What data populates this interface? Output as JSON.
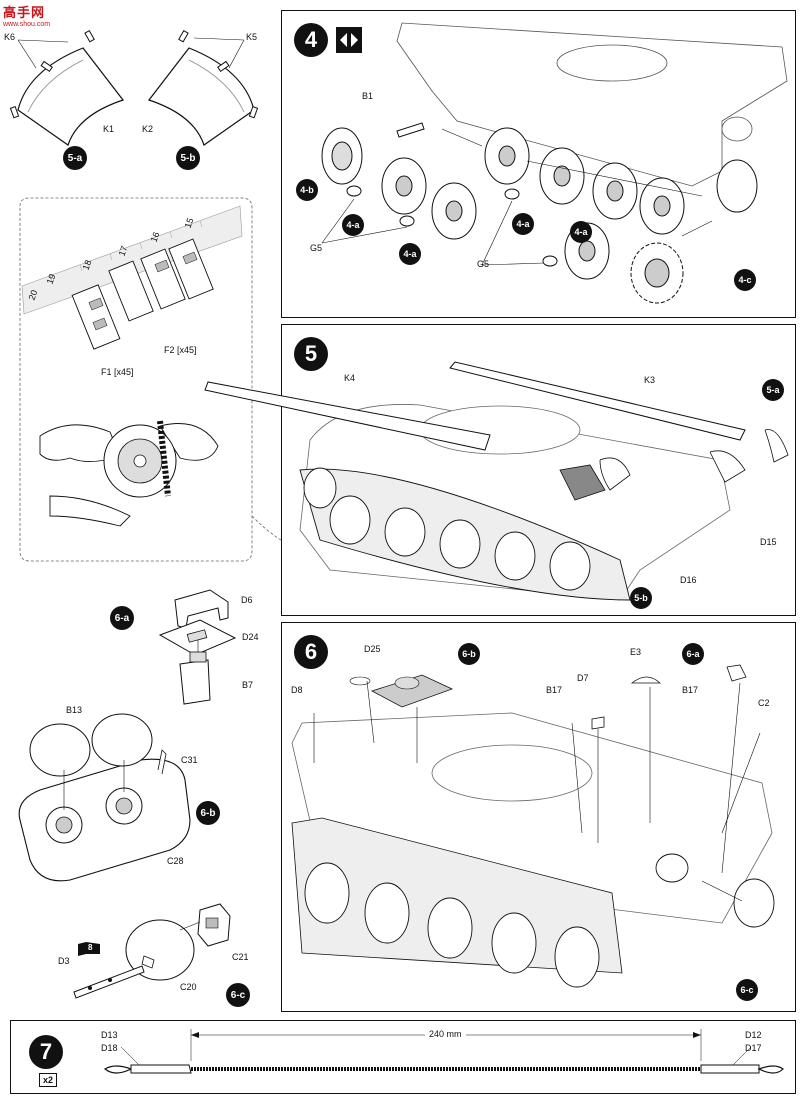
{
  "logo": {
    "cn": "高手网",
    "url": "www.shou.com"
  },
  "parts_top": {
    "k_left": "K6",
    "k1": "K1",
    "k2": "K2",
    "k5": "K5",
    "sub_5a": "5-a",
    "sub_5b": "5-b"
  },
  "track_inset": {
    "f1": "F1 [x45]",
    "f2": "F2 [x45]",
    "ruler_numbers": [
      "20",
      "19",
      "18",
      "17",
      "16",
      "15"
    ]
  },
  "sub_6a": {
    "badge": "6-a",
    "parts": [
      "D6",
      "D24",
      "B7"
    ]
  },
  "sub_6b": {
    "badge": "6-b",
    "parts": [
      "B13",
      "C31",
      "C28"
    ]
  },
  "sub_6c": {
    "badge": "6-c",
    "parts": [
      "C21",
      "D3",
      "C20"
    ],
    "flag": "8"
  },
  "step4": {
    "number": "4",
    "parts": [
      "B1",
      "G5",
      "G5"
    ],
    "callouts": [
      "4-b",
      "4-a",
      "4-a",
      "4-a",
      "4-a",
      "4-c"
    ]
  },
  "step5": {
    "number": "5",
    "parts": [
      "K4",
      "K3",
      "D15",
      "D16"
    ],
    "callouts": [
      "5-a",
      "5-b"
    ]
  },
  "step6": {
    "number": "6",
    "parts": [
      "D25",
      "D8",
      "E3",
      "D7",
      "B17",
      "B17",
      "C2"
    ],
    "callouts": [
      "6-b",
      "6-a",
      "6-c"
    ]
  },
  "step7": {
    "number": "7",
    "multiplier": "x2",
    "length": "240 mm",
    "left_parts": [
      "D13",
      "D18"
    ],
    "right_parts": [
      "D12",
      "D17"
    ]
  },
  "colors": {
    "ink": "#111111",
    "logo_red": "#c8151b",
    "paper": "#ffffff"
  }
}
